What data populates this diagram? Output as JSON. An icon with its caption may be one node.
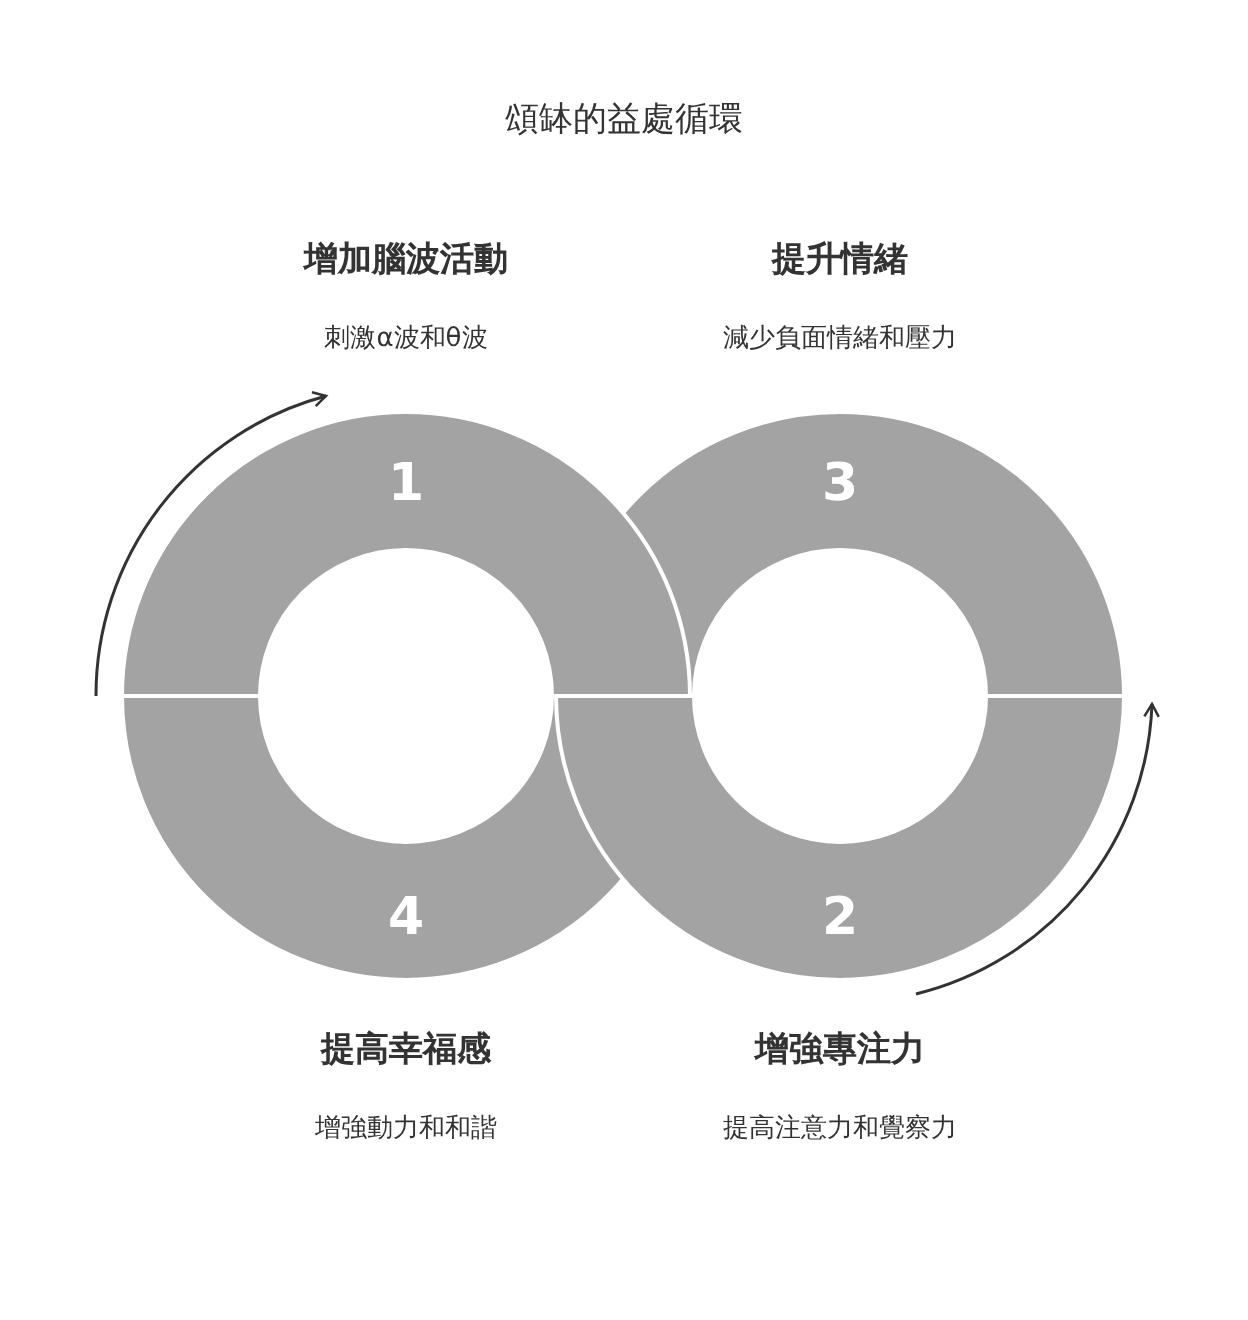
{
  "diagram": {
    "title": "頌缽的益處循環",
    "nodes": [
      {
        "text": [
          "1"
        ],
        "beside": [
          "增加腦波活動",
          "刺激α波和θ波"
        ]
      },
      {
        "text": [
          "2"
        ],
        "beside": [
          "增強專注力",
          "提高注意力和覺察力"
        ]
      },
      {
        "text": [
          "3"
        ],
        "beside": [
          "提升情緒",
          "減少負面情緒和壓力"
        ]
      },
      {
        "text": [
          "4"
        ],
        "beside": [
          "提高幸福感",
          "增強動力和和諧"
        ]
      }
    ],
    "edges": []
  }
}
